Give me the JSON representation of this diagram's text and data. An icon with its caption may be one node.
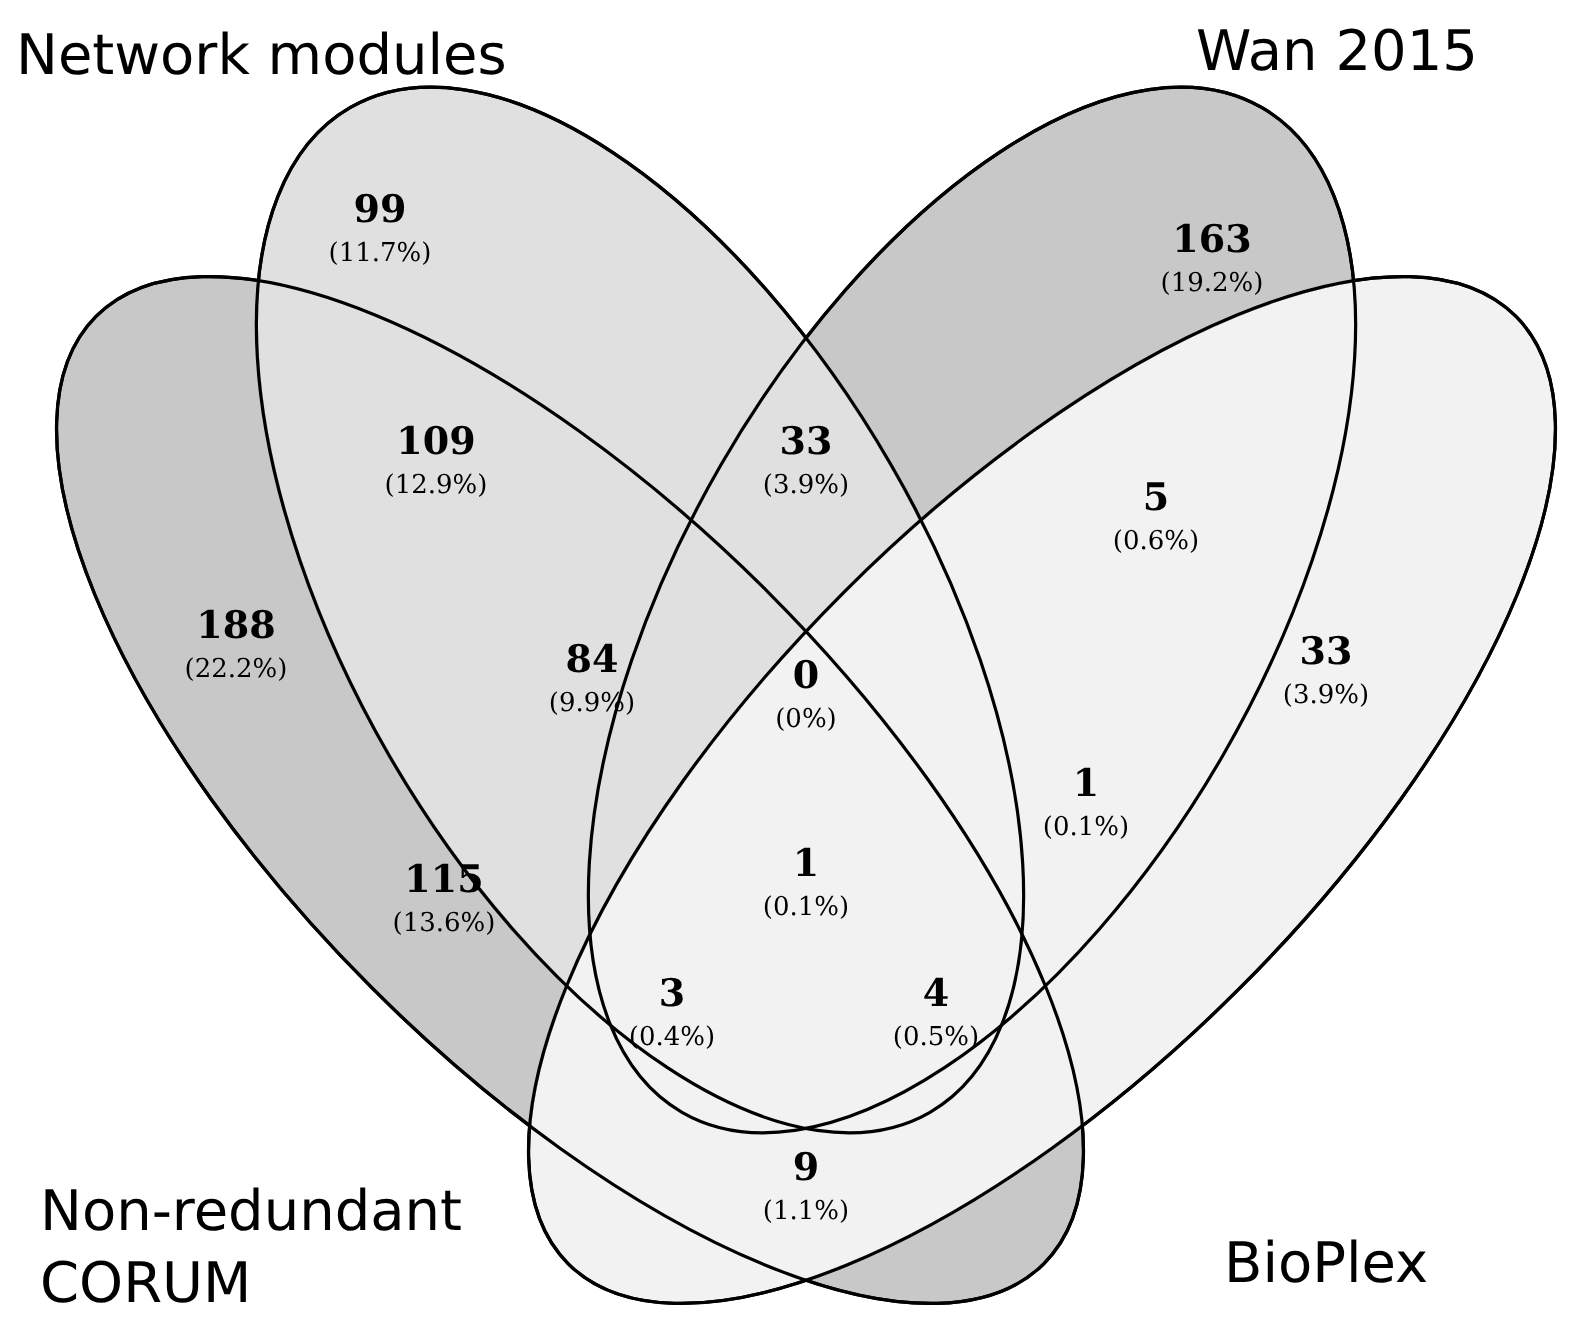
{
  "diagram": {
    "nodes": [
      {
        "text": [
          "Non-redundant CORUM"
        ]
      },
      {
        "text": [
          "Network modules"
        ]
      },
      {
        "text": [
          "Wan 2015"
        ]
      },
      {
        "text": [
          "BioPlex"
        ]
      }
    ],
    "labels": [
      "99",
      "(11.7%)",
      "163",
      "(19.2%)",
      "109",
      "(12.9%)",
      "33",
      "(3.9%)",
      "5",
      "(0.6%)",
      "188",
      "(22.2%)",
      "84",
      "(9.9%)",
      "0",
      "(0%)",
      "33",
      "(3.9%)",
      "1",
      "(0.1%)",
      "115",
      "(13.6%)",
      "1",
      "(0.1%)",
      "3",
      "(0.4%)",
      "4",
      "(0.5%)",
      "9",
      "(1.1%)"
    ]
  }
}
